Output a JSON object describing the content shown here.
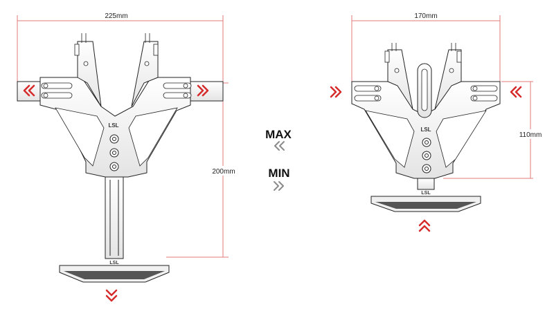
{
  "dimensions": {
    "left_width": "225mm",
    "left_height": "200mm",
    "right_width": "170mm",
    "right_height": "110mm"
  },
  "legend": {
    "max_label": "MAX",
    "min_label": "MIN"
  },
  "logo_text": "LSL",
  "colors": {
    "dimension_line": "#e07a7a",
    "arrow_red": "#d62b2b",
    "legend_arrow": "#8a8a8a",
    "outline": "#222222"
  }
}
